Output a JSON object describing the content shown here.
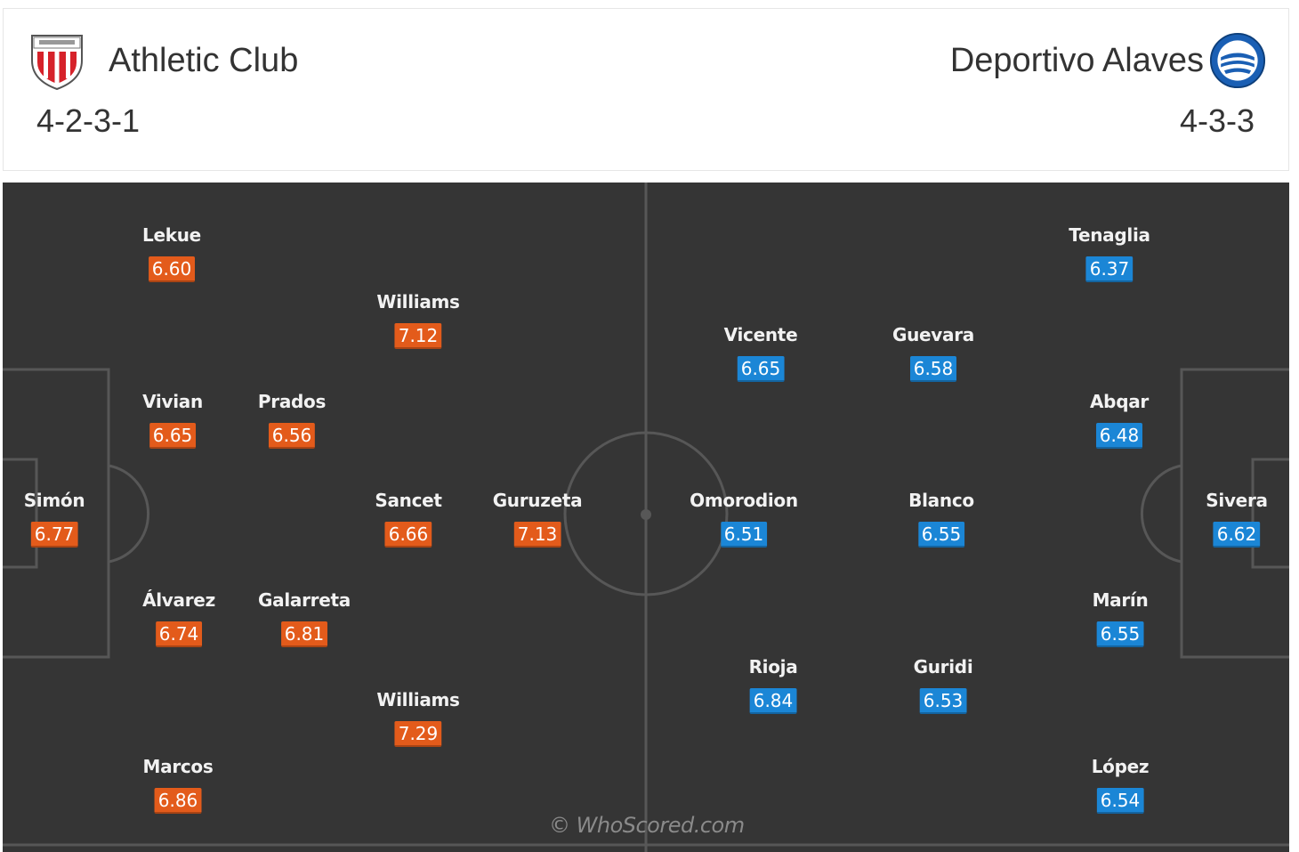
{
  "colors": {
    "home_rating": "#e35b1b",
    "away_rating": "#1b86d6",
    "pitch": "#353535"
  },
  "home": {
    "name": "Athletic Club",
    "formation": "4-2-3-1",
    "logo_icon": "athletic-club-crest-icon",
    "players": [
      {
        "name": "Lekue",
        "rating": "6.60"
      },
      {
        "name": "Williams",
        "rating": "7.12"
      },
      {
        "name": "Vivian",
        "rating": "6.65"
      },
      {
        "name": "Prados",
        "rating": "6.56"
      },
      {
        "name": "Simón",
        "rating": "6.77"
      },
      {
        "name": "Sancet",
        "rating": "6.66"
      },
      {
        "name": "Guruzeta",
        "rating": "7.13"
      },
      {
        "name": "Álvarez",
        "rating": "6.74"
      },
      {
        "name": "Galarreta",
        "rating": "6.81"
      },
      {
        "name": "Williams",
        "rating": "7.29"
      },
      {
        "name": "Marcos",
        "rating": "6.86"
      }
    ]
  },
  "away": {
    "name": "Deportivo Alaves",
    "formation": "4-3-3",
    "logo_icon": "deportivo-alaves-crest-icon",
    "players": [
      {
        "name": "Tenaglia",
        "rating": "6.37"
      },
      {
        "name": "Vicente",
        "rating": "6.65"
      },
      {
        "name": "Guevara",
        "rating": "6.58"
      },
      {
        "name": "Abqar",
        "rating": "6.48"
      },
      {
        "name": "Omorodion",
        "rating": "6.51"
      },
      {
        "name": "Blanco",
        "rating": "6.55"
      },
      {
        "name": "Sivera",
        "rating": "6.62"
      },
      {
        "name": "Marín",
        "rating": "6.55"
      },
      {
        "name": "Rioja",
        "rating": "6.84"
      },
      {
        "name": "Guridi",
        "rating": "6.53"
      },
      {
        "name": "López",
        "rating": "6.54"
      }
    ]
  },
  "watermark": "© WhoScored.com"
}
